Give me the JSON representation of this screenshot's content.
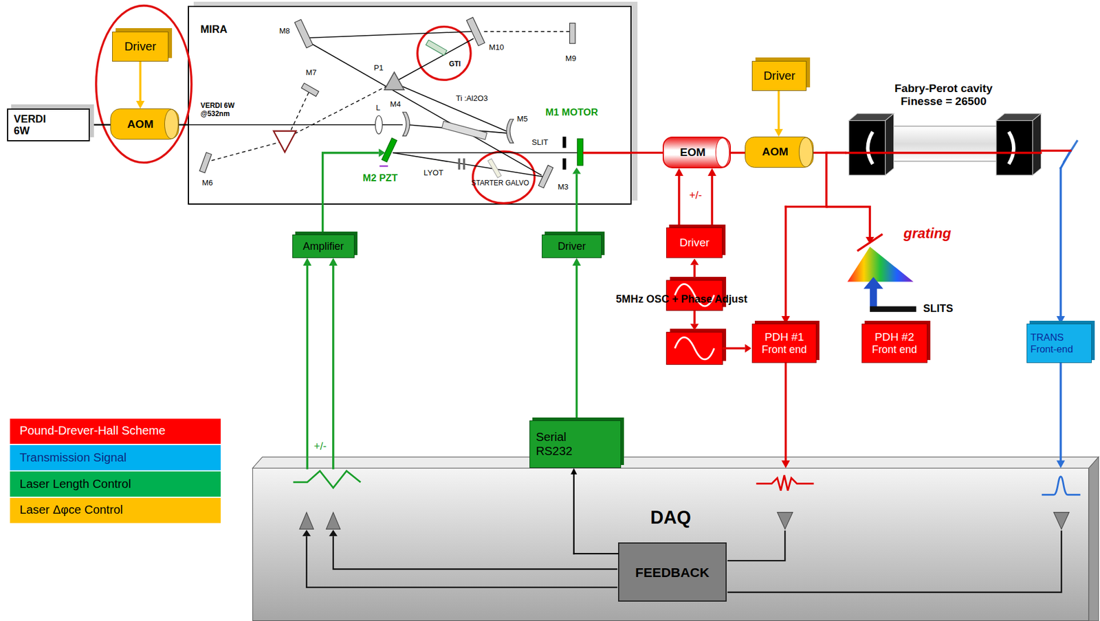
{
  "diagram": {
    "nodes": [
      {
        "text": [
          "VERDI 6W"
        ]
      },
      {
        "text": [
          "Driver"
        ]
      },
      {
        "text": [
          "AOM"
        ]
      },
      {
        "text": [
          "MIRA"
        ]
      },
      {
        "text": [
          "EOM"
        ]
      },
      {
        "text": [
          "Driver"
        ]
      },
      {
        "text": [
          "AOM"
        ]
      },
      {
        "text": [
          "Fabry-Perot cavity",
          "Finesse = 26500"
        ]
      },
      {
        "text": [
          "Amplifier"
        ]
      },
      {
        "text": [
          "Driver"
        ]
      },
      {
        "text": [
          "Driver"
        ]
      },
      {
        "text": [
          "PDH #1",
          "Front end"
        ]
      },
      {
        "text": [
          "PDH #2",
          "Front end"
        ]
      },
      {
        "text": [
          "TRANS",
          "Front-end"
        ]
      },
      {
        "text": [
          "Serial RS232"
        ]
      },
      {
        "text": [
          "DAQ"
        ]
      },
      {
        "text": [
          "FEEDBACK"
        ],
        "in": 15
      }
    ],
    "edges": [
      {
        "from": 0,
        "to": 2,
        "arrow": "none"
      },
      {
        "from": 1,
        "to": 2,
        "arrow": "to"
      },
      {
        "from": 2,
        "to": 3,
        "arrow": "none"
      },
      {
        "from": 3,
        "to": 4,
        "arrow": "none"
      },
      {
        "from": 4,
        "to": 6,
        "arrow": "none"
      },
      {
        "from": 5,
        "to": 6,
        "arrow": "to"
      },
      {
        "from": 6,
        "to": 7,
        "arrow": "none"
      },
      {
        "from": 7,
        "to": 13,
        "arrow": "to"
      },
      {
        "from": 7,
        "to": 11,
        "arrow": "to"
      },
      {
        "from": 10,
        "to": 4,
        "arrow": "to"
      },
      {
        "from": 10,
        "to": 4,
        "arrow": "to"
      },
      {
        "from": 11,
        "to": 15,
        "arrow": "to"
      },
      {
        "from": 13,
        "to": 15,
        "arrow": "to"
      },
      {
        "from": 15,
        "to": 8,
        "arrow": "to"
      },
      {
        "from": 15,
        "to": 8,
        "arrow": "to"
      },
      {
        "from": 14,
        "to": 9,
        "arrow": "to"
      },
      {
        "from": 16,
        "to": 14,
        "arrow": "to"
      }
    ],
    "labels": [
      "M8",
      "M10",
      "M9",
      "GTI",
      "M7",
      "P1",
      "M4",
      "Ti :Al2O3",
      "M5",
      "VERDI 6W @532nm",
      "L",
      "M1 MOTOR",
      "SLIT",
      "M2 PZT",
      "LYOT",
      "STARTER GALVO",
      "M3",
      "M6",
      "+/-",
      "grating",
      "5MHz OSC + Phase Adjust",
      "SLITS",
      "+/-"
    ],
    "legend": [
      {
        "text": "Pound-Drever-Hall Scheme",
        "color": "#ff0000"
      },
      {
        "text": "Transmission Signal",
        "color": "#00b0f0"
      },
      {
        "text": "Laser Length Control",
        "color": "#00b050"
      },
      {
        "text": "Laser Δφce Control",
        "color": "#ffc000"
      }
    ]
  }
}
